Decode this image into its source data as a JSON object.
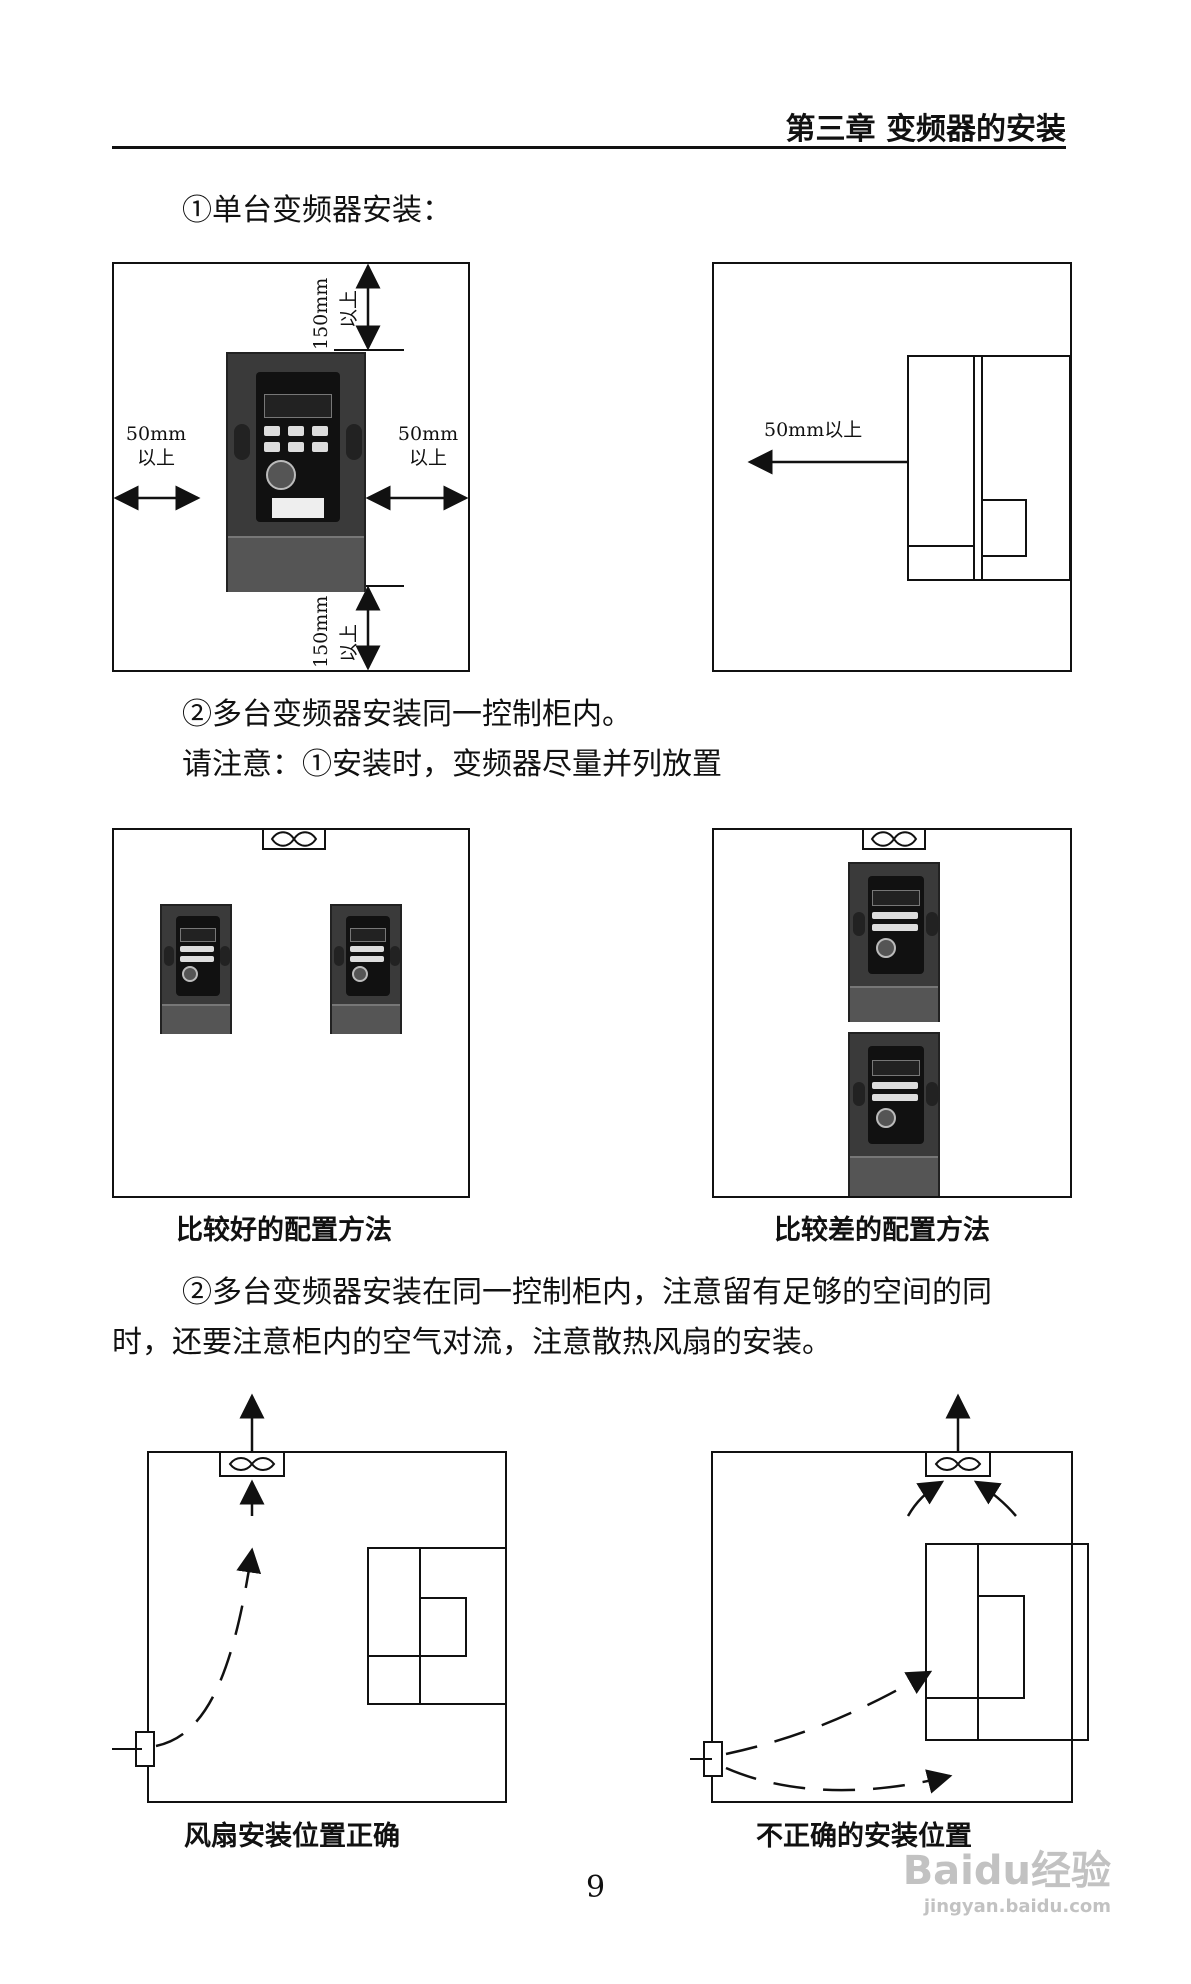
{
  "header": {
    "chapter_title": "第三章  变频器的安装"
  },
  "section1": {
    "heading": "①单台变频器安装：",
    "fig_left": {
      "top_clearance_mm": "150mm",
      "top_clearance_suffix": "以上",
      "bottom_clearance_mm": "150mm",
      "bottom_clearance_suffix": "以上",
      "left_clearance_mm": "50mm",
      "left_clearance_suffix": "以上",
      "right_clearance_mm": "50mm",
      "right_clearance_suffix": "以上"
    },
    "fig_right": {
      "side_clearance": "50mm以上"
    }
  },
  "section2": {
    "heading": "②多台变频器安装同一控制柜内。",
    "note": "请注意：①安装时，变频器尽量并列放置",
    "caption_good": "比较好的配置方法",
    "caption_bad": "比较差的配置方法"
  },
  "section3": {
    "paragraph_line1": "②多台变频器安装在同一控制柜内，注意留有足够的空间的同",
    "paragraph_line2": "时，还要注意柜内的空气对流，注意散热风扇的安装。",
    "caption_correct": "风扇安装位置正确",
    "caption_incorrect": "不正确的安装位置"
  },
  "page_number": "9",
  "watermark": {
    "brand": "Baidu经验",
    "url": "jingyan.baidu.com"
  }
}
